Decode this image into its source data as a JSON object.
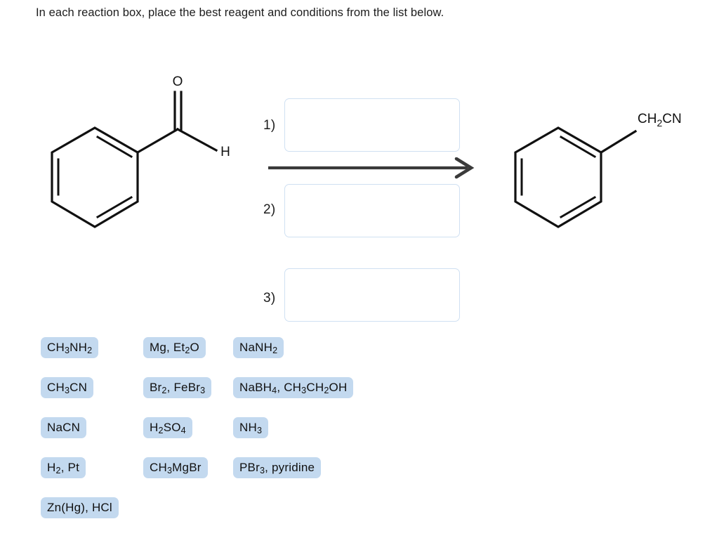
{
  "prompt": {
    "text": "In each reaction box, place the best reagent and conditions from the list below."
  },
  "reaction": {
    "reactant": {
      "name": "benzaldehyde",
      "ring": "benzene",
      "substituent_atoms": {
        "oxygen": "O",
        "hydrogen": "H"
      }
    },
    "product": {
      "name": "phenylacetonitrile",
      "ring": "benzene",
      "substituent_label": {
        "c": "CH",
        "c_sub": "2",
        "cn": "CN"
      }
    },
    "arrow": {
      "direction": "right",
      "color": "#3a3a3a"
    },
    "boxes": [
      {
        "number": "1)",
        "value": ""
      },
      {
        "number": "2)",
        "value": ""
      },
      {
        "number": "3)",
        "value": ""
      }
    ]
  },
  "palette": {
    "columns": [
      {
        "chips": [
          {
            "parts": [
              {
                "t": "CH"
              },
              {
                "t": "3",
                "sub": true
              },
              {
                "t": "NH"
              },
              {
                "t": "2",
                "sub": true
              }
            ],
            "plain": "CH3NH2"
          },
          {
            "parts": [
              {
                "t": "CH"
              },
              {
                "t": "3",
                "sub": true
              },
              {
                "t": "CN"
              }
            ],
            "plain": "CH3CN"
          },
          {
            "parts": [
              {
                "t": "NaCN"
              }
            ],
            "plain": "NaCN"
          },
          {
            "parts": [
              {
                "t": "H"
              },
              {
                "t": "2",
                "sub": true
              },
              {
                "t": ", Pt"
              }
            ],
            "plain": "H2, Pt"
          },
          {
            "parts": [
              {
                "t": "Zn(Hg), HCl"
              }
            ],
            "plain": "Zn(Hg), HCl"
          }
        ]
      },
      {
        "chips": [
          {
            "parts": [
              {
                "t": "Mg, Et"
              },
              {
                "t": "2",
                "sub": true
              },
              {
                "t": "O"
              }
            ],
            "plain": "Mg, Et2O"
          },
          {
            "parts": [
              {
                "t": "Br"
              },
              {
                "t": "2",
                "sub": true
              },
              {
                "t": ", FeBr"
              },
              {
                "t": "3",
                "sub": true
              }
            ],
            "plain": "Br2, FeBr3"
          },
          {
            "parts": [
              {
                "t": "H"
              },
              {
                "t": "2",
                "sub": true
              },
              {
                "t": "SO"
              },
              {
                "t": "4",
                "sub": true
              }
            ],
            "plain": "H2SO4"
          },
          {
            "parts": [
              {
                "t": "CH"
              },
              {
                "t": "3",
                "sub": true
              },
              {
                "t": "MgBr"
              }
            ],
            "plain": "CH3MgBr"
          }
        ]
      },
      {
        "chips": [
          {
            "parts": [
              {
                "t": "NaNH"
              },
              {
                "t": "2",
                "sub": true
              }
            ],
            "plain": "NaNH2"
          },
          {
            "parts": [
              {
                "t": "NaBH"
              },
              {
                "t": "4",
                "sub": true
              },
              {
                "t": ", CH"
              },
              {
                "t": "3",
                "sub": true
              },
              {
                "t": "CH"
              },
              {
                "t": "2",
                "sub": true
              },
              {
                "t": "OH"
              }
            ],
            "plain": "NaBH4, CH3CH2OH"
          },
          {
            "parts": [
              {
                "t": "NH"
              },
              {
                "t": "3",
                "sub": true
              }
            ],
            "plain": "NH3"
          },
          {
            "parts": [
              {
                "t": "PBr"
              },
              {
                "t": "3",
                "sub": true
              },
              {
                "t": ", pyridine"
              }
            ],
            "plain": "PBr3, pyridine"
          }
        ]
      }
    ]
  },
  "colors": {
    "chip_bg": "#c3d9ef",
    "box_border": "#cfe0f2",
    "bond": "#111111",
    "arrow": "#3a3a3a",
    "text": "#1c1c1c"
  }
}
